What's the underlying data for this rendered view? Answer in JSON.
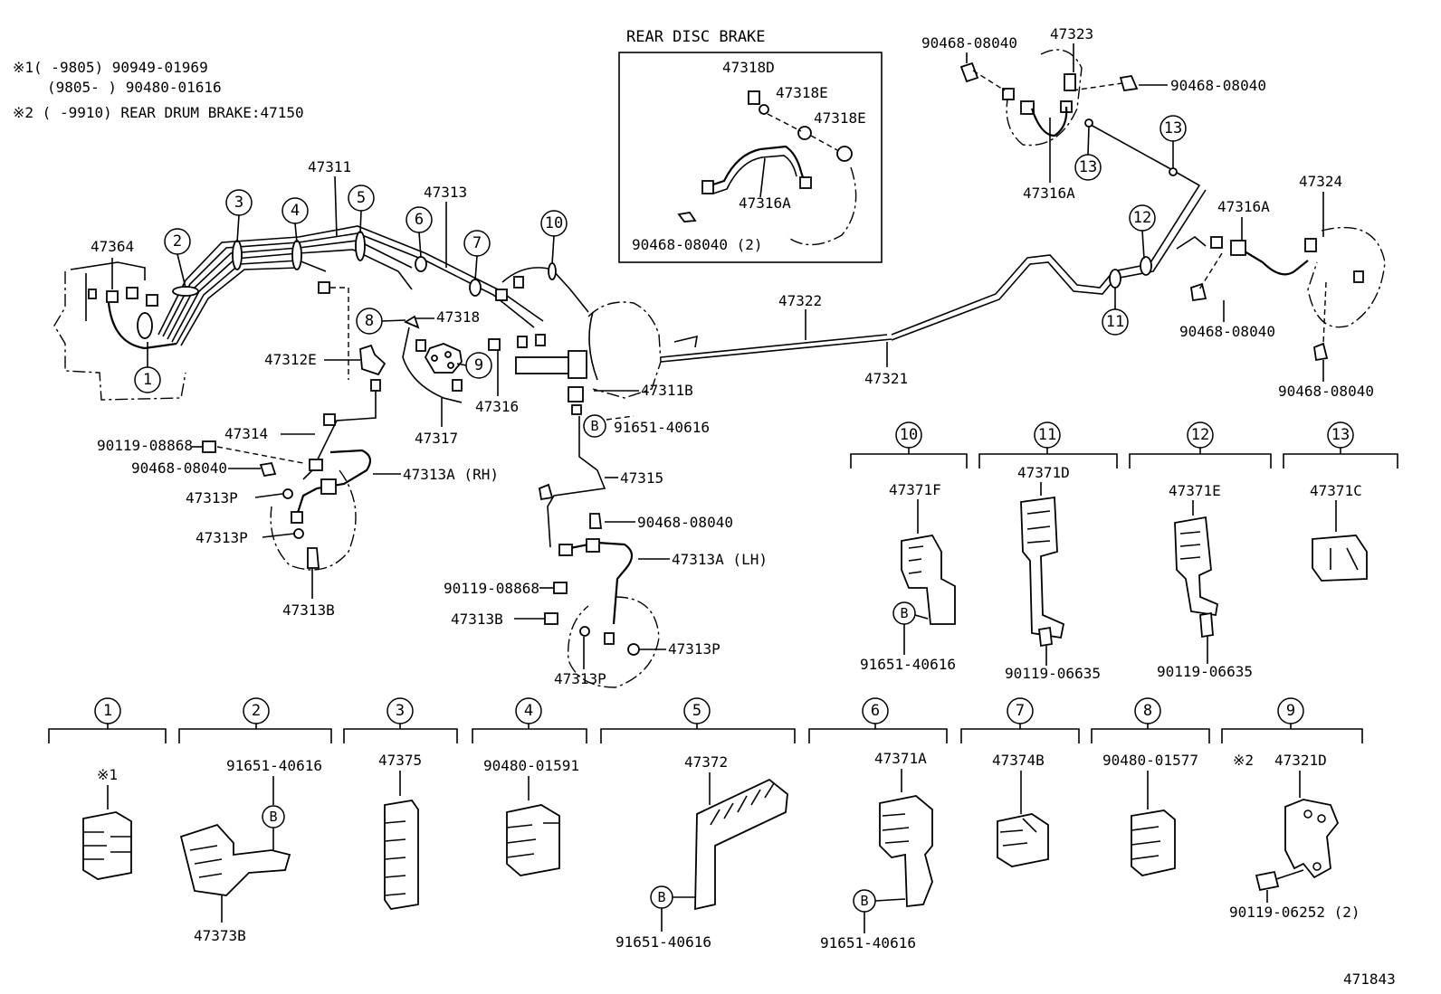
{
  "notes": {
    "n1a": "※1(    -9805) 90949-01969",
    "n1b": "(9805-     ) 90480-01616",
    "n2": "※2 (    -9910) REAR DRUM BRAKE:47150"
  },
  "inset": {
    "title": "REAR DISC BRAKE"
  },
  "labels": {
    "l47318D": "47318D",
    "l47318E1": "47318E",
    "l47318E2": "47318E",
    "l47316A_in": "47316A",
    "l9046808040_2": "90468-08040 (2)",
    "l9046808040_tl": "90468-08040",
    "l47323": "47323",
    "l9046808040_tr": "90468-08040",
    "l47316A_r1": "47316A",
    "l47324": "47324",
    "l47316A_r2": "47316A",
    "l9046808040_r1": "90468-08040",
    "l9046808040_r2": "90468-08040",
    "l47311": "47311",
    "l47313": "47313",
    "l47364": "47364",
    "l47312E": "47312E",
    "l47318": "47318",
    "l47316": "47316",
    "l47317": "47317",
    "l47311B": "47311B",
    "l9165140616": "91651-40616",
    "l47322": "47322",
    "l47321": "47321",
    "l47314": "47314",
    "l9011908868_a": "90119-08868",
    "l9046808040_a": "90468-08040",
    "l47313P_a": "47313P",
    "l47313A_RH": "47313A (RH)",
    "l47313P_b": "47313P",
    "l47313B_a": "47313B",
    "l47315": "47315",
    "l9046808040_b": "90468-08040",
    "l47313A_LH": "47313A (LH)",
    "l9011908868_b": "90119-08868",
    "l47313B_b": "47313B",
    "l47313P_c": "47313P",
    "l47313P_d": "47313P",
    "l47371F": "47371F",
    "l9165140616_10": "91651-40616",
    "l47371D": "47371D",
    "l9011906635_11": "90119-06635",
    "l47371E": "47371E",
    "l9011906635_12": "90119-06635",
    "l47371C": "47371C",
    "b_x1": "※1",
    "b_9165140616_2": "91651-40616",
    "b_47373B": "47373B",
    "b_47375": "47375",
    "b_9048001591": "90480-01591",
    "b_47372": "47372",
    "b_9165140616_5": "91651-40616",
    "b_47371A": "47371A",
    "b_9165140616_6": "91651-40616",
    "b_47374B": "47374B",
    "b_9048001577": "90480-01577",
    "b_x2": "※2",
    "b_47321D": "47321D",
    "b_9011906252": "90119-06252 (2)",
    "diagram_no": "471843"
  },
  "callouts": [
    "1",
    "2",
    "3",
    "4",
    "5",
    "6",
    "7",
    "8",
    "9",
    "10",
    "11",
    "12",
    "13"
  ],
  "bolt_letter": "B"
}
